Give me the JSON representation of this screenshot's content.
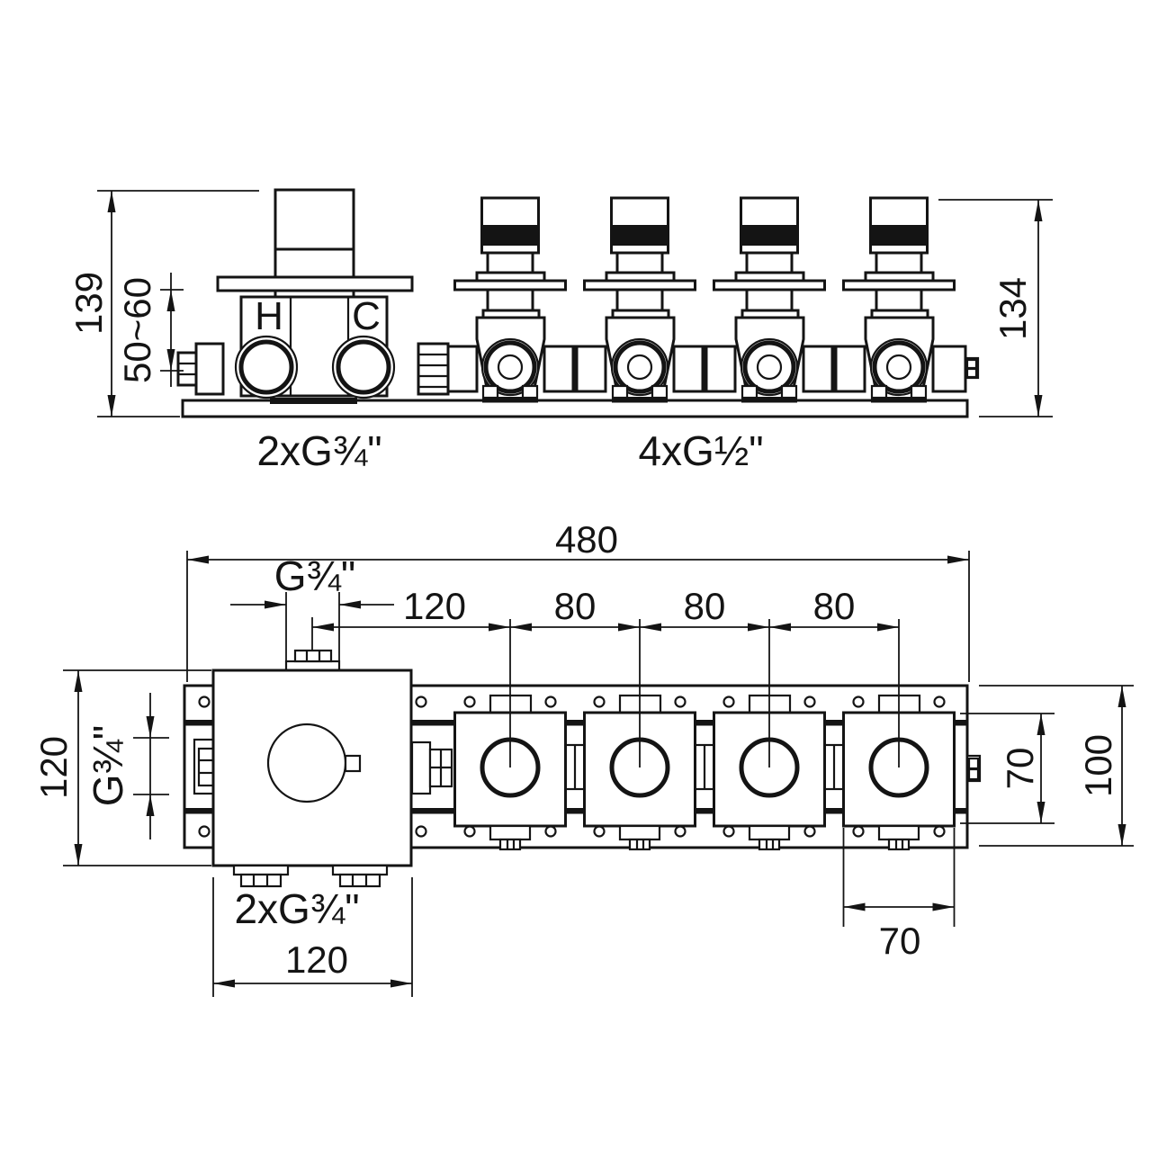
{
  "drawing": {
    "elevation": {
      "dim_total_height": "139",
      "dim_install_depth": "50~60",
      "dim_valve_height": "134",
      "label_hot": "H",
      "label_cold": "C",
      "label_main_ports": "2xG¾\"",
      "label_valve_ports": "4xG½\""
    },
    "plan": {
      "dim_total_width": "480",
      "label_top_port_thread": "G¾\"",
      "spacings": [
        "120",
        "80",
        "80",
        "80"
      ],
      "dim_body_height": "120",
      "label_side_port_thread": "G¾\"",
      "dim_valve_height": "70",
      "dim_rail_height": "100",
      "dim_valve_width": "70",
      "label_bottom_ports": "2xG¾\"",
      "dim_body_width": "120"
    }
  }
}
